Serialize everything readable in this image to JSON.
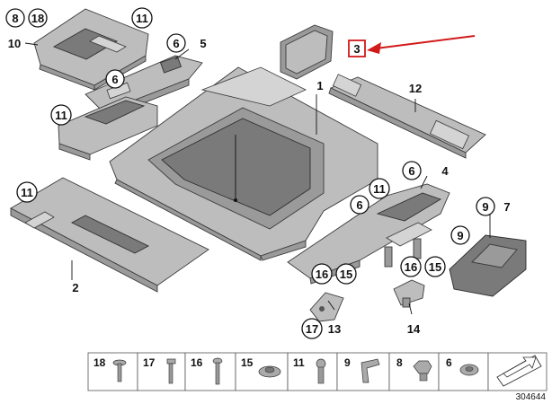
{
  "diagram": {
    "callouts": {
      "c1": "1",
      "c2": "2",
      "c3": "3",
      "c4": "4",
      "c5": "5",
      "c6a": "6",
      "c6b": "6",
      "c6c": "6",
      "c6d": "6",
      "c7": "7",
      "c8": "8",
      "c9a": "9",
      "c9b": "9",
      "c10": "10",
      "c11a": "11",
      "c11b": "11",
      "c11c": "11",
      "c11d": "11",
      "c12": "12",
      "c13": "13",
      "c14": "14",
      "c15a": "15",
      "c15b": "15",
      "c16a": "16",
      "c16b": "16",
      "c17": "17",
      "c18": "18"
    },
    "highlighted_part": "3",
    "accent_color": "#d21a1a",
    "legend": [
      "18",
      "17",
      "16",
      "15",
      "11",
      "9",
      "8",
      "6"
    ],
    "diagram_number": "304644"
  }
}
